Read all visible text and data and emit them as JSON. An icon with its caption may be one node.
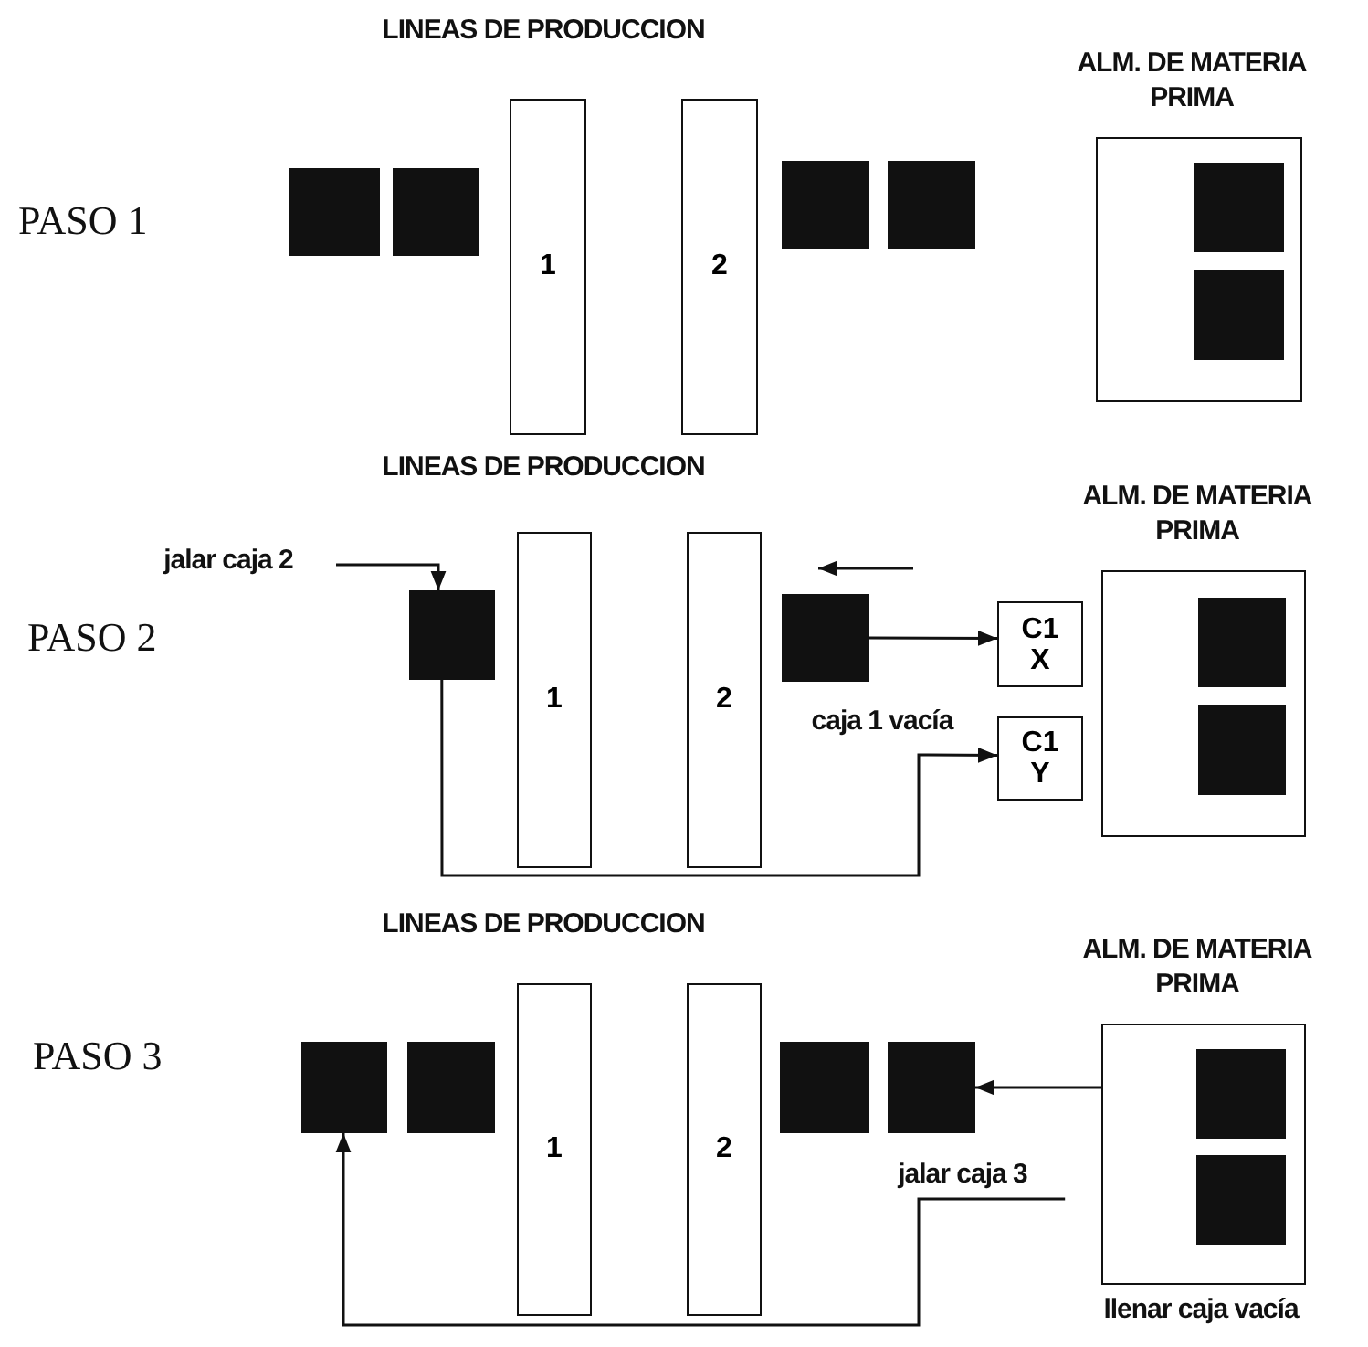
{
  "diagram": {
    "nodes": [
      {
        "text": [],
        "shape": "box"
      },
      {
        "text": [],
        "shape": "box"
      },
      {
        "text": [
          "1"
        ]
      },
      {
        "text": [
          "2"
        ]
      },
      {
        "text": [],
        "shape": "box"
      },
      {
        "text": [],
        "shape": "box"
      },
      {
        "text": [
          "ALM. DE MATERIA PRIMA"
        ]
      },
      {
        "text": [],
        "shape": "box",
        "in": 6
      },
      {
        "text": [],
        "shape": "box",
        "in": 6
      },
      {
        "text": [
          "jalar caja 2"
        ]
      },
      {
        "text": [],
        "shape": "box"
      },
      {
        "text": [
          "1"
        ]
      },
      {
        "text": [
          "2"
        ]
      },
      {
        "text": [],
        "shape": "box"
      },
      {
        "text": [
          "C1 X"
        ]
      },
      {
        "text": [
          "C1 Y"
        ]
      },
      {
        "text": [
          "ALM. DE MATERIA PRIMA"
        ]
      },
      {
        "text": [],
        "shape": "box",
        "in": 16
      },
      {
        "text": [],
        "shape": "box",
        "in": 16
      },
      {
        "text": [],
        "shape": "box"
      },
      {
        "text": [],
        "shape": "box"
      },
      {
        "text": [
          "1"
        ]
      },
      {
        "text": [
          "2"
        ]
      },
      {
        "text": [],
        "shape": "box"
      },
      {
        "text": [],
        "shape": "box"
      },
      {
        "text": [
          "jalar caja 3"
        ]
      },
      {
        "text": [
          "ALM. DE MATERIA PRIMA"
        ],
        "beside": [
          "llenar caja vacía"
        ]
      },
      {
        "text": [],
        "shape": "box",
        "in": 26
      },
      {
        "text": [],
        "shape": "box",
        "in": 26
      }
    ],
    "edges": [
      {
        "from": 9,
        "to": 10,
        "arrow": "to"
      },
      {
        "from": 13,
        "to": 14,
        "arrow": "to"
      },
      {
        "from": 10,
        "to": 15,
        "arrow": "to"
      },
      {
        "from": 26,
        "to": 24,
        "arrow": "to"
      },
      {
        "from": 25,
        "to": 19,
        "arrow": "to"
      }
    ],
    "labels": [
      "LINEAS DE PRODUCCION",
      "PASO 1",
      "LINEAS DE PRODUCCION",
      "PASO 2",
      "caja 1 vacía",
      "LINEAS DE PRODUCCION",
      "PASO 3"
    ]
  }
}
